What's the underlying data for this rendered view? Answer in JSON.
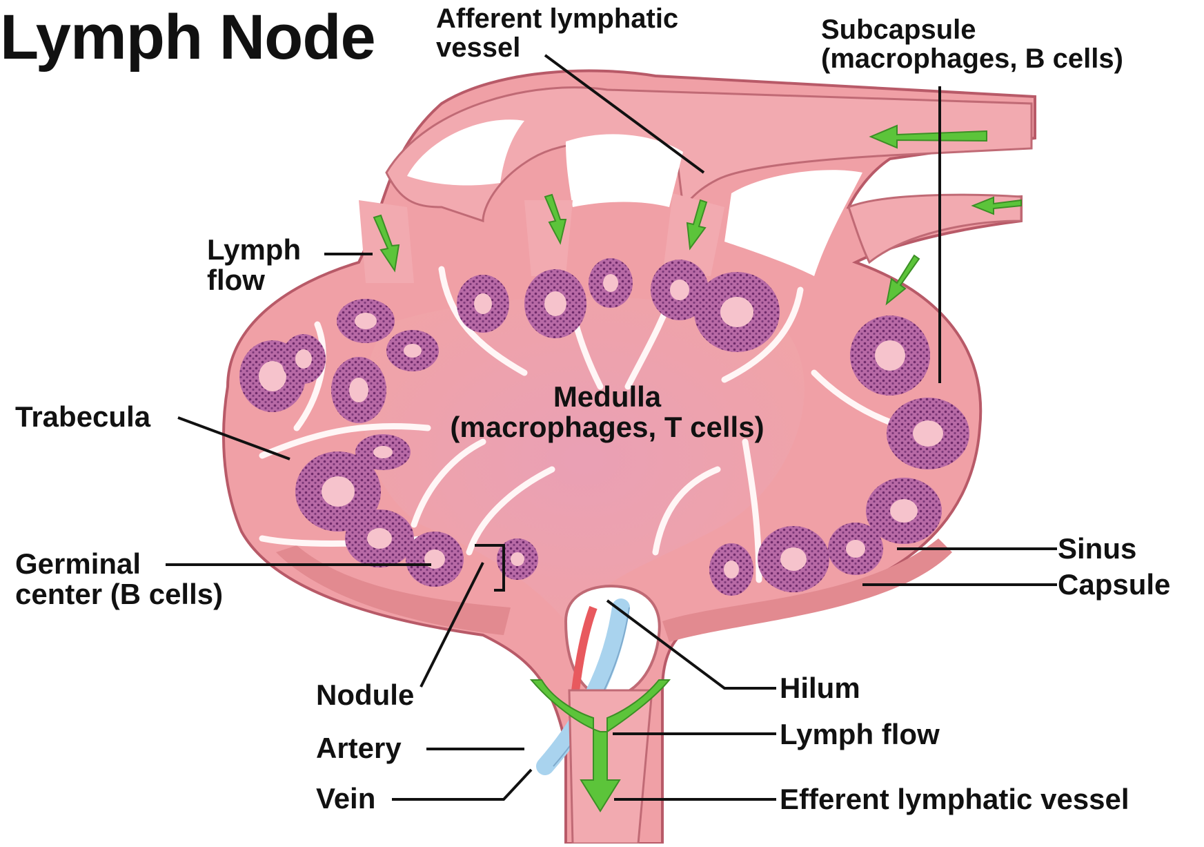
{
  "title": "Lymph Node",
  "labels": {
    "afferent": "Afferent lymphatic\nvessel",
    "subcapsule": "Subcapsule\n(macrophages, B cells)",
    "lymph_flow_top": "Lymph\nflow",
    "trabecula": "Trabecula",
    "medulla": "Medulla\n(macrophages, T cells)",
    "germinal": "Germinal\ncenter (B cells)",
    "sinus": "Sinus",
    "capsule": "Capsule",
    "nodule": "Nodule",
    "hilum": "Hilum",
    "lymph_flow_bottom": "Lymph flow",
    "artery": "Artery",
    "vein": "Vein",
    "efferent": "Efferent lymphatic vessel"
  },
  "colors": {
    "tissue": "#efa0a6",
    "tissue_light": "#f6c4c6",
    "tissue_dark": "#d9787f",
    "nodule_fill": "#c97ab0",
    "nodule_dots": "#6e2a6a",
    "germinal_center": "#f3b8c4",
    "sinus_white": "#fff4f4",
    "arrow_green": "#5cc43a",
    "vein_blue": "#a9d3ee",
    "artery_red": "#e8595e",
    "line": "#111111"
  }
}
